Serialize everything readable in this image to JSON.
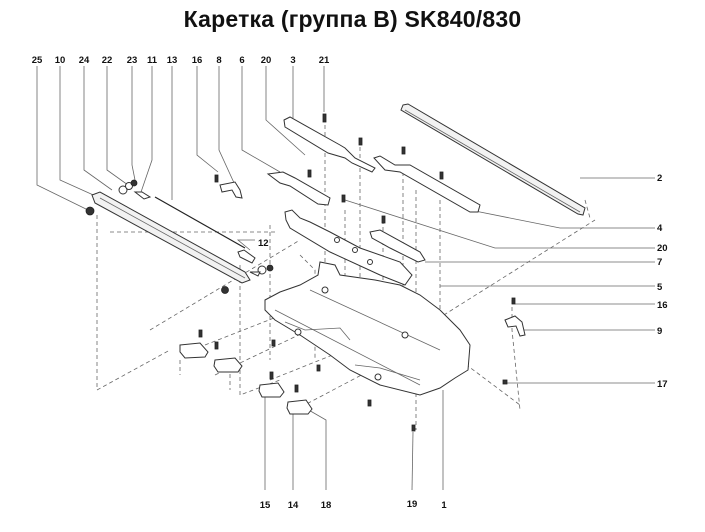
{
  "title": "Каретка (группа B) SK840/830",
  "callouts": {
    "top": [
      "25",
      "10",
      "24",
      "22",
      "23",
      "11",
      "13",
      "16",
      "8",
      "6",
      "20",
      "3",
      "21"
    ],
    "right": [
      "2",
      "4",
      "20",
      "7",
      "5",
      "16",
      "9",
      "17"
    ],
    "bottom": [
      "15",
      "14",
      "18",
      "19",
      "1"
    ],
    "inline": [
      "12"
    ]
  }
}
